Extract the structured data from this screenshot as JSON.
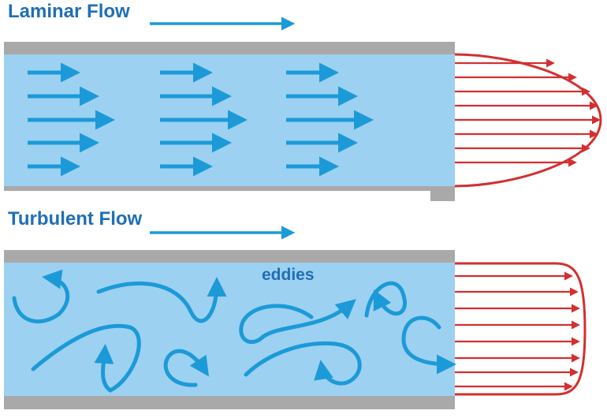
{
  "laminar": {
    "title": "Laminar Flow"
  },
  "turbulent": {
    "title": "Turbulent Flow",
    "eddies_label": "eddies"
  },
  "colors": {
    "pipe_wall": "#a9a9a9",
    "fluid": "#9dd1f1",
    "flow_arrow": "#1c9ad8",
    "velocity_profile": "#d32f2f",
    "title_text": "#1f6fb5"
  }
}
